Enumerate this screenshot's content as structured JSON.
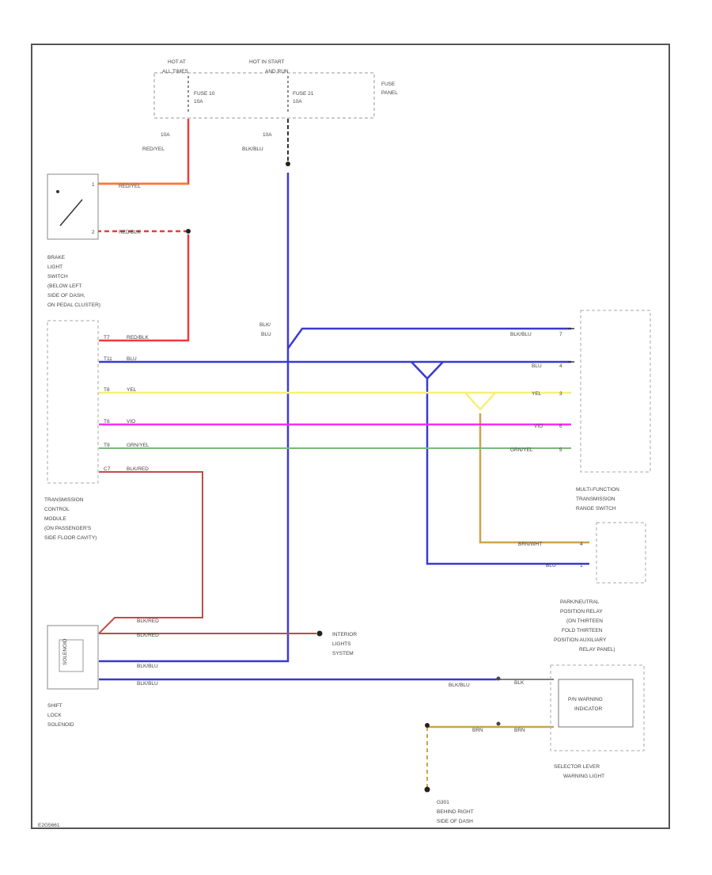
{
  "fuse_panel": {
    "hot_at_all_times": [
      "HOT AT",
      "ALL TIMES"
    ],
    "hot_in_start_run": [
      "HOT IN START",
      "AND RUN"
    ],
    "fuse_10": [
      "FUSE 10",
      "10A"
    ],
    "fuse_21": [
      "FUSE 21",
      "10A"
    ],
    "label": [
      "FUSE",
      "PANEL"
    ]
  },
  "wires_top": {
    "left_amp": "10A",
    "left_color": "RED/YEL",
    "right_amp": "10A",
    "right_color": "BLK/BLU"
  },
  "brake_switch": {
    "pin1_wire": "RED/YEL",
    "pin2_wire": "RED/BLK",
    "pin1": "1",
    "pin2": "2",
    "label": [
      "BRAKE",
      "LIGHT",
      "SWITCH",
      "(BELOW LEFT",
      "SIDE OF DASH,",
      "ON PEDAL CLUSTER)"
    ]
  },
  "splice": {
    "label": [
      "BLK/",
      "BLU"
    ]
  },
  "tcm": {
    "label": [
      "TRANSMISSION",
      "CONTROL",
      "MODULE",
      "(ON PASSENGER'S",
      "SIDE FLOOR CAVITY)"
    ],
    "pins": [
      {
        "pin": "T7",
        "wire": "RED/BLK"
      },
      {
        "pin": "T11",
        "wire": "BLU"
      },
      {
        "pin": "T8",
        "wire": "YEL"
      },
      {
        "pin": "T6",
        "wire": "VIO"
      },
      {
        "pin": "T9",
        "wire": "GRN/YEL"
      },
      {
        "pin": "C7",
        "wire": "BLK/RED"
      }
    ]
  },
  "mfts": {
    "label": [
      "MULTI-FUNCTION",
      "TRANSMISSION",
      "RANGE SWITCH"
    ],
    "pins": [
      {
        "pin": "7",
        "wire": "BLK/BLU"
      },
      {
        "pin": "4",
        "wire": "BLU"
      },
      {
        "pin": "3",
        "wire": "YEL"
      },
      {
        "pin": "6",
        "wire": "VIO"
      },
      {
        "pin": "5",
        "wire": "GRN/YEL"
      }
    ]
  },
  "relay": {
    "pins": [
      {
        "pin": "4",
        "wire": "BRN/WHT"
      },
      {
        "pin": "1",
        "wire": "BLU"
      }
    ],
    "label": [
      "PARK/NEUTRAL",
      "POSITION RELAY",
      "(ON THIRTEEN",
      "FOLD THIRTEEN",
      "POSITION AUXILIARY",
      "RELAY PANEL)"
    ]
  },
  "solenoid": {
    "label": [
      "SHIFT",
      "LOCK",
      "SOLENOID"
    ],
    "inner": "SOLENOID",
    "wires": [
      "BLK/RED",
      "BLK/RED",
      "BLK/BLU",
      "BLK/BLU"
    ]
  },
  "interior": {
    "label": [
      "INTERIOR",
      "LIGHTS",
      "SYSTEM"
    ]
  },
  "warning": {
    "inner": [
      "P/N WARNING",
      "INDICATOR"
    ],
    "label": [
      "SELECTOR LEVER",
      "WARNING LIGHT"
    ],
    "wire_top_left": "BLK/BLU",
    "wire_top_right": "BLK",
    "wire_bot_left": "BRN",
    "wire_bot_right": "BRN"
  },
  "ground": {
    "label": [
      "G301",
      "BEHIND RIGHT",
      "SIDE OF DASH"
    ]
  },
  "footer": {
    "code": "E2G5661"
  },
  "colors": {
    "red": "#ee3b3b",
    "blue": "#3a3ad0",
    "yellow": "#f5f07a",
    "magenta": "#ff2bff",
    "green": "#7ab97a",
    "tan": "#c9a54a",
    "dark_red": "#c24a4a",
    "orange": "#ff7a2e"
  }
}
